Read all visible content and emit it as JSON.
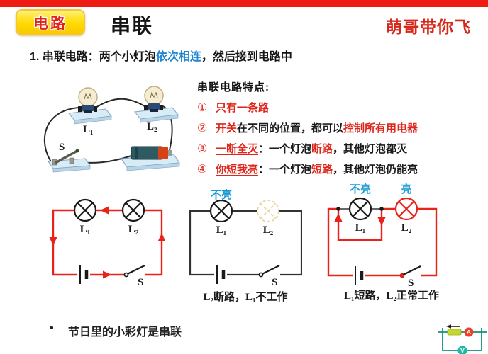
{
  "header": {
    "badge": "电路",
    "title": "串联",
    "brand": "萌哥带你飞"
  },
  "intro": {
    "prefix": "1. 串联电路：",
    "seg1": "两个小灯泡",
    "highlight": "依次相连",
    "suffix": "，然后接到电路中"
  },
  "illustration": {
    "l1": "L₁",
    "l2": "L₂",
    "s": "S"
  },
  "features": {
    "heading": "串联电路特点:",
    "items": [
      {
        "num": "①",
        "red1": "只有一条路"
      },
      {
        "num": "②",
        "red1": "开关",
        "black1": "在不同的位置，都可以",
        "red2": "控制所有用电器"
      },
      {
        "num": "③",
        "redu": "一断全灭",
        "black1": "：一个灯泡",
        "red2": "断路",
        "black2": "，其他灯泡都灭"
      },
      {
        "num": "④",
        "redu": "你短我亮",
        "black1": "：一个灯泡",
        "red2": "短路",
        "black2": "，其他灯泡仍能亮"
      }
    ]
  },
  "circuits": {
    "left": {
      "l1": "L₁",
      "l2": "L₂",
      "s": "S"
    },
    "middle": {
      "l1": "L₁",
      "l2": "L₂",
      "s": "S",
      "status_l1": "不亮",
      "caption": "L₂断路，L₁不工作"
    },
    "right": {
      "l1": "L₁",
      "l2": "L₂",
      "s": "S",
      "status_l1": "不亮",
      "status_l2": "亮",
      "caption": "L₁短路，L₂正常工作"
    }
  },
  "note": {
    "bullet": "•",
    "text": "节日里的小彩灯是串联"
  },
  "logo": {
    "ammeter": "A",
    "voltmeter": "V"
  },
  "colors": {
    "accent_red": "#ee1c12",
    "badge_yellow": "#ffd800",
    "text_red": "#e0251a",
    "highlight_blue": "#1e85d0",
    "status_blue": "#199ad2",
    "wire_red": "#e8231a",
    "wire_black": "#333333",
    "logo_teal": "#14907a"
  }
}
